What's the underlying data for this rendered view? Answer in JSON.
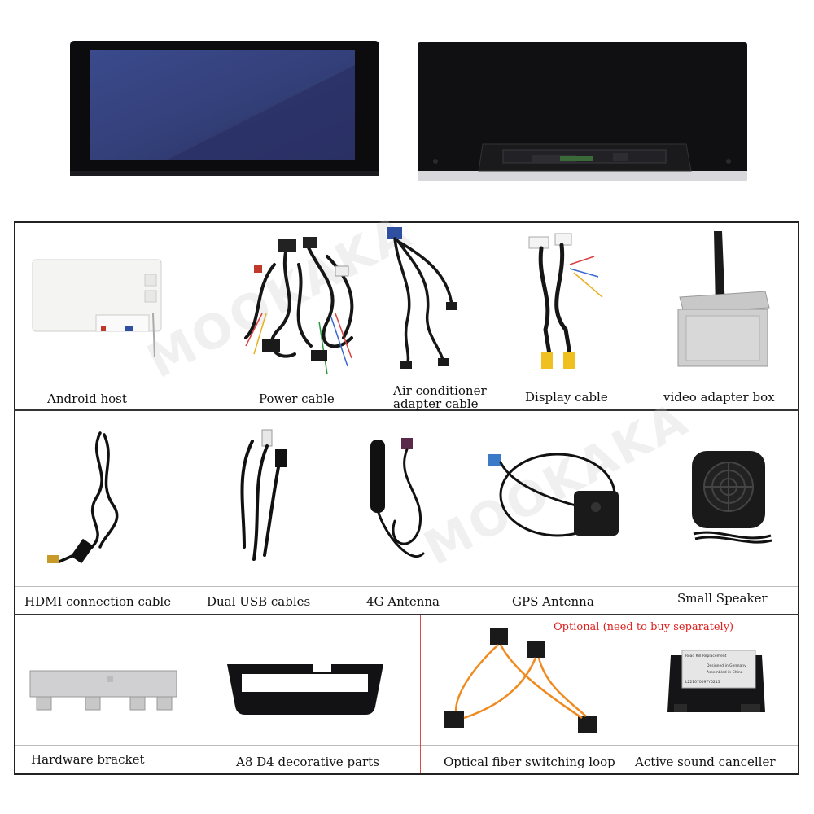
{
  "watermark": [
    "MOOKAKA",
    "MOOKAKA"
  ],
  "items": [
    {
      "label": "Android host"
    },
    {
      "label": "Power cable"
    },
    {
      "label": "Air conditioner adapter cable"
    },
    {
      "label": "Display cable"
    },
    {
      "label": "video adapter box"
    },
    {
      "label": "HDMI connection cable"
    },
    {
      "label": "Dual USB cables"
    },
    {
      "label": "4G Antenna"
    },
    {
      "label": "GPS Antenna"
    },
    {
      "label": "Small Speaker"
    },
    {
      "label": "Hardware bracket"
    },
    {
      "label": "A8 D4 decorative parts"
    },
    {
      "label": "Optical fiber switching loop"
    },
    {
      "label": "Active sound canceller"
    }
  ],
  "optional_note": "Optional (need to buy separately)",
  "canceller_box_text": [
    "Road Kill Replacement",
    "Designed in Germany",
    "Assembled in China",
    "L221070097Y0215"
  ],
  "colors": {
    "screen": "#3d4a86",
    "fiber": "#f08a1e",
    "red_note": "#e0201f"
  }
}
